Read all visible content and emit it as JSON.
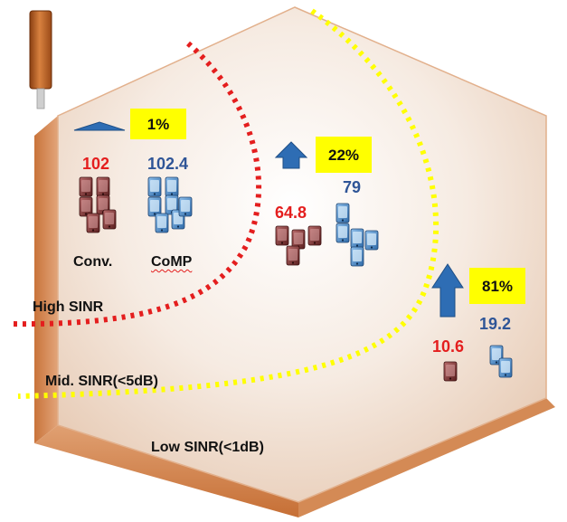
{
  "colors": {
    "conv_value": "#e41e1e",
    "comp_value": "#2f5597",
    "high_boundary": "#e41e1e",
    "mid_boundary": "#ffff00",
    "gain_box": "#ffff00",
    "arrow": "#2e6db4",
    "cell_face": "#f3e3d6",
    "cell_edge": "#d58b54"
  },
  "icons": {
    "antenna": "antenna-pole-icon",
    "conv_device": "phone-cluster-red-icon",
    "comp_device": "phone-cluster-blue-icon",
    "gain_arrow": "up-arrow-icon"
  },
  "zones": {
    "high": "High SINR",
    "mid": "Mid. SINR(<5dB)",
    "low": "Low SINR(<1dB)"
  },
  "legend": {
    "conv": "Conv.",
    "comp": "CoMP"
  },
  "groups": {
    "high": {
      "conv": "102",
      "comp": "102.4",
      "gain": "1%"
    },
    "mid": {
      "conv": "64.8",
      "comp": "79",
      "gain": "22%"
    },
    "low": {
      "conv": "10.6",
      "comp": "19.2",
      "gain": "81%"
    }
  }
}
